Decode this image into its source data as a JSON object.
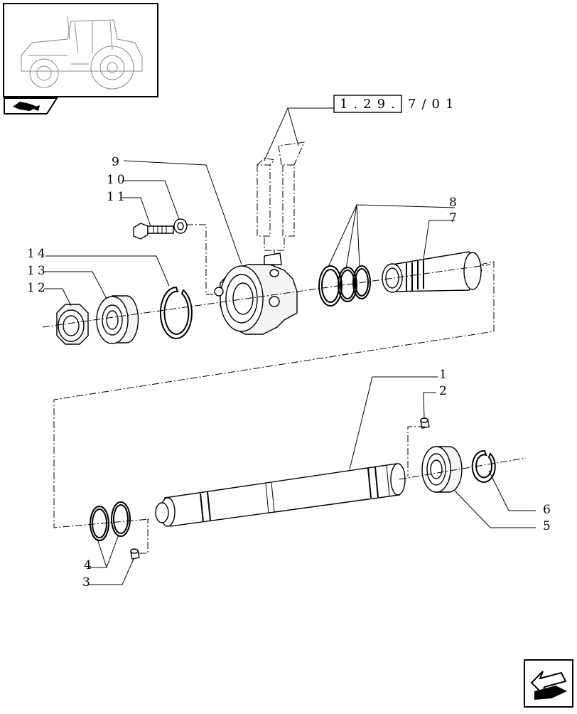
{
  "reference": {
    "boxed": "1.29.",
    "rest": "7/01"
  },
  "callouts": {
    "c1": "1",
    "c2": "2",
    "c3": "3",
    "c4": "4",
    "c5": "5",
    "c6": "6",
    "c7": "7",
    "c8": "8",
    "c9": "9",
    "c10": "10",
    "c11": "11",
    "c12": "12",
    "c13": "13",
    "c14": "14"
  },
  "icons": {
    "thumbnail": "tractor-thumbnail-icon",
    "section": "section-marker-icon",
    "next": "next-page-arrow-icon"
  },
  "colors": {
    "line": "#000000",
    "background": "#ffffff"
  }
}
